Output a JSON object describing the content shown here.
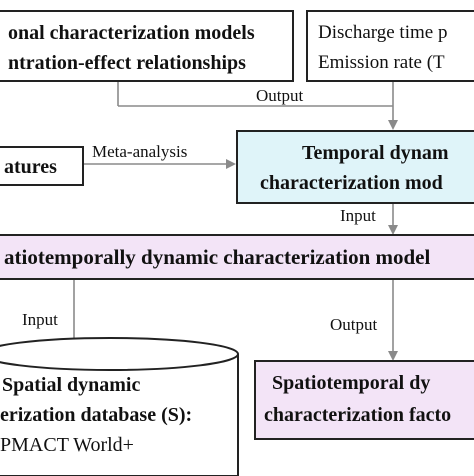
{
  "diagram": {
    "boxes": {
      "traditional_models": {
        "lines": [
          "onal characterization models",
          "ntration-effect relationships"
        ]
      },
      "discharge_info": {
        "lines": [
          "Discharge time p",
          "Emission rate (T"
        ]
      },
      "features": {
        "lines": [
          "atures"
        ]
      },
      "temporal_models": {
        "lines": [
          "Temporal dynam",
          "characterization mod"
        ]
      },
      "spatiotemporal_models": {
        "lines": [
          "atiotemporally dynamic characterization model"
        ]
      },
      "spatial_database": {
        "lines": [
          "Spatial dynamic",
          "erization database (S):",
          "PMACT World+"
        ]
      },
      "spatiotemporal_factors": {
        "lines": [
          "Spatiotemporal dy",
          "characterization facto"
        ]
      }
    },
    "edge_labels": {
      "output_top": "Output",
      "meta_analysis": "Meta-analysis",
      "input_mid": "Input",
      "input_left": "Input",
      "output_bottom": "Output"
    },
    "colors": {
      "temporal_fill": "#dff4f9",
      "spatiotemporal_fill": "#f3e4f7",
      "factors_fill": "#f3e4f7",
      "database_fill": "#ffffff",
      "line_color": "#8a8a8a"
    }
  }
}
